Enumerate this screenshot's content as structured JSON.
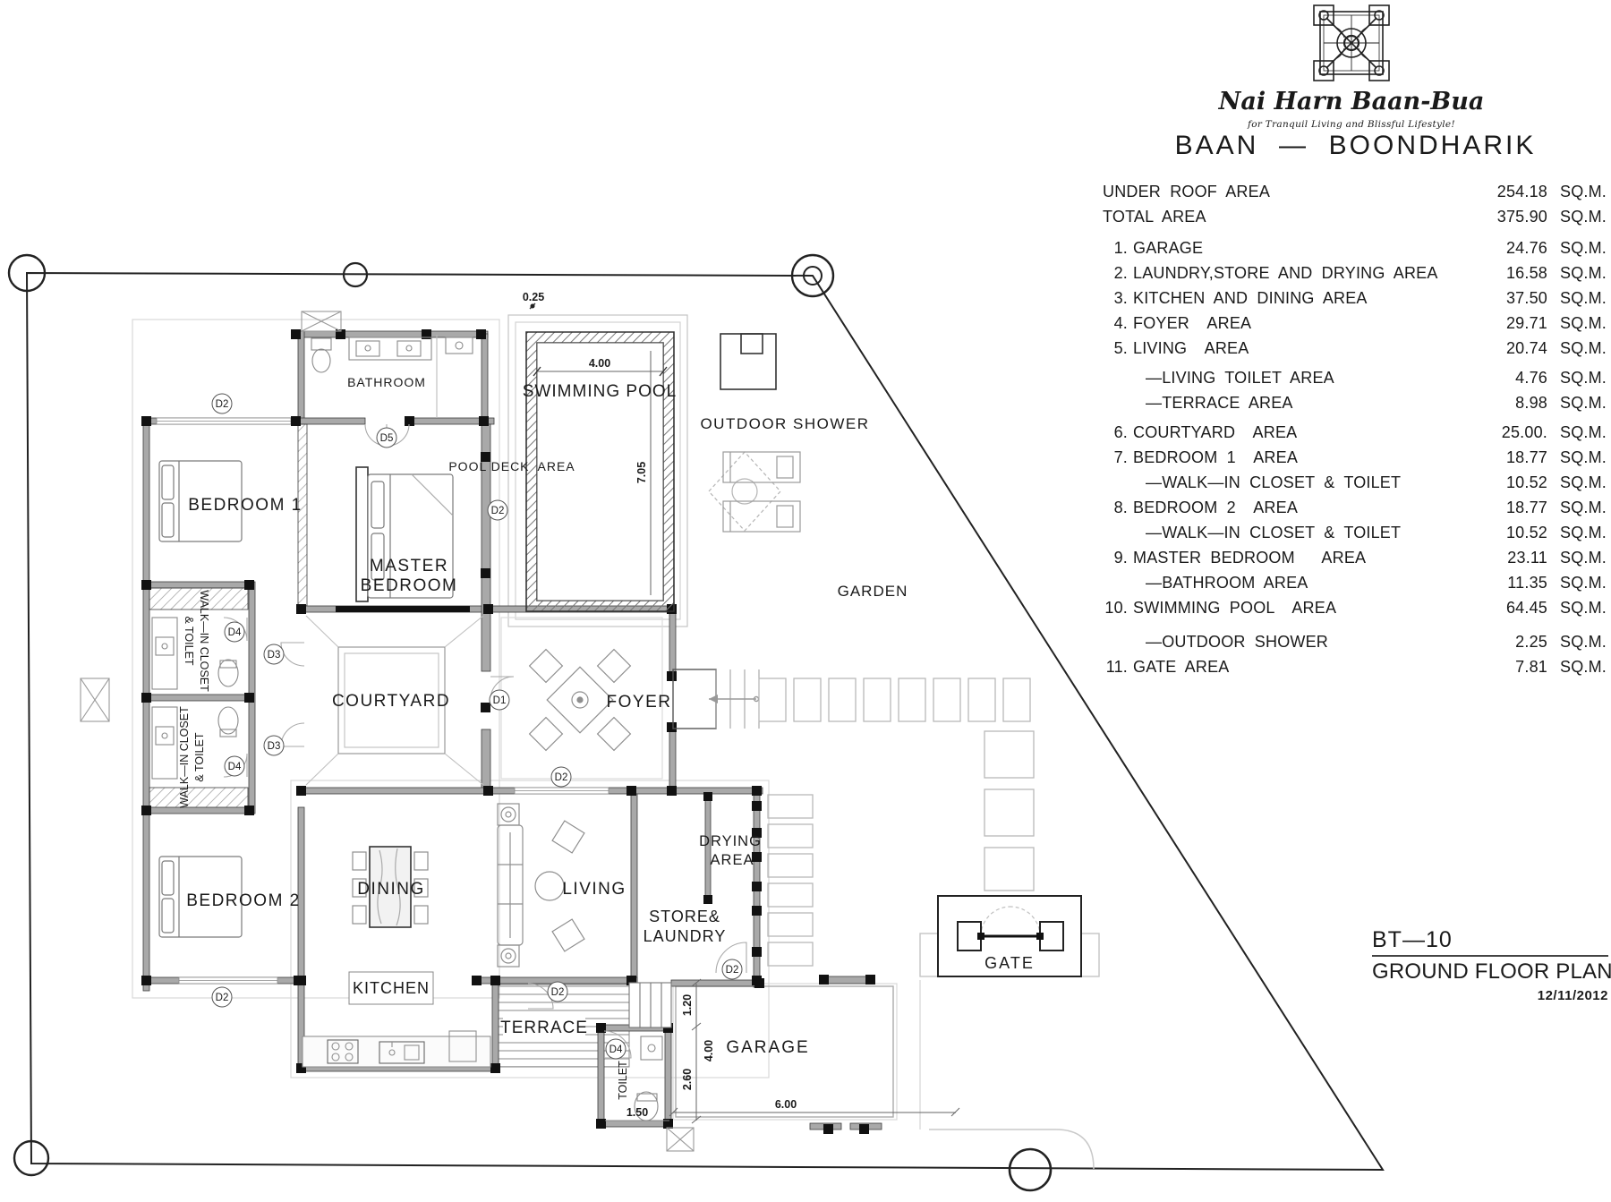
{
  "brand": {
    "name": "Nai Harn Baan-Bua",
    "tagline": "for Tranquil Living and Blissful Lifestyle!"
  },
  "title": "BAAN  —  BOONDHARIK",
  "area_table": {
    "unit": "SQ.M.",
    "summary": [
      {
        "label": "UNDER ROOF AREA",
        "value": "254.18"
      },
      {
        "label": "TOTAL AREA",
        "value": "375.90"
      }
    ],
    "rows": [
      {
        "no": "1.",
        "label": "GARAGE",
        "value": "24.76"
      },
      {
        "no": "2.",
        "label": "LAUNDRY,STORE AND DRYING AREA",
        "value": "16.58"
      },
      {
        "no": "3.",
        "label": "KITCHEN AND DINING AREA",
        "value": "37.50"
      },
      {
        "no": "4.",
        "label": "FOYER  AREA",
        "value": "29.71"
      },
      {
        "no": "5.",
        "label": "LIVING  AREA",
        "value": "20.74"
      },
      {
        "no": "",
        "label": "—LIVING TOILET AREA",
        "value": "4.76"
      },
      {
        "no": "",
        "label": "—TERRACE AREA",
        "value": "8.98"
      },
      {
        "no": "6.",
        "label": "COURTYARD  AREA",
        "value": "25.00."
      },
      {
        "no": "7.",
        "label": "BEDROOM 1  AREA",
        "value": "18.77"
      },
      {
        "no": "",
        "label": "—WALK—IN CLOSET & TOILET",
        "value": "10.52"
      },
      {
        "no": "8.",
        "label": "BEDROOM 2  AREA",
        "value": "18.77"
      },
      {
        "no": "",
        "label": "—WALK—IN CLOSET & TOILET",
        "value": "10.52"
      },
      {
        "no": "9.",
        "label": "MASTER BEDROOM   AREA",
        "value": "23.11"
      },
      {
        "no": "",
        "label": "—BATHROOM AREA",
        "value": "11.35"
      },
      {
        "no": "10.",
        "label": "SWIMMING POOL  AREA",
        "value": "64.45"
      },
      {
        "no": "",
        "label": "—OUTDOOR SHOWER",
        "value": "2.25"
      },
      {
        "no": "11.",
        "label": "GATE AREA",
        "value": "7.81"
      }
    ]
  },
  "footer": {
    "sheet": "BT—10",
    "drawing": "GROUND FLOOR PLAN",
    "date": "12/11/2012"
  },
  "plan": {
    "labels": {
      "bathroom": "BATHROOM",
      "bedroom1": "BEDROOM 1",
      "master1": "MASTER",
      "master2": "BEDROOM",
      "pool": "SWIMMING POOL",
      "pool_deck": "POOL DECK  AREA",
      "outdoor_shower": "OUTDOOR SHOWER",
      "garden": "GARDEN",
      "courtyard": "COURTYARD",
      "foyer": "FOYER",
      "walkin1": "WALK—IN CLOSET",
      "walkin2": "& TOILET",
      "bedroom2": "BEDROOM 2",
      "dining": "DINING",
      "living": "LIVING",
      "drying1": "DRYING",
      "drying2": "AREA",
      "store1": "STORE&",
      "store2": "LAUNDRY",
      "kitchen": "KITCHEN",
      "terrace": "TERRACE",
      "toilet": "TOILET",
      "garage": "GARAGE",
      "gate": "GATE"
    },
    "doors": {
      "d1": "D1",
      "d2": "D2",
      "d3": "D3",
      "d4": "D4",
      "d5": "D5"
    },
    "dims": {
      "d025": "0.25",
      "d400": "4.00",
      "d705": "7.05",
      "d120": "1.20",
      "d260": "2.60",
      "d150": "1.50",
      "d600": "6.00"
    }
  }
}
